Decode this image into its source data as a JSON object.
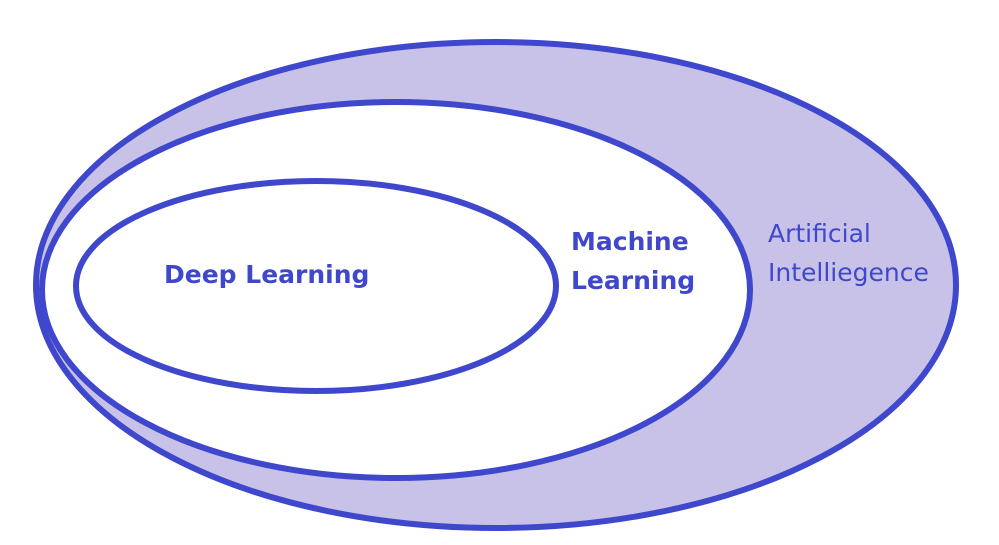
{
  "diagram": {
    "regions": [
      {
        "id": "ai",
        "lines": [
          "Artificial",
          "Intelliegence"
        ]
      },
      {
        "id": "ml",
        "lines": [
          "Machine",
          "Learning"
        ]
      },
      {
        "id": "dl",
        "lines": [
          "Deep Learning"
        ]
      }
    ]
  },
  "colors": {
    "stroke": "#3f48cc",
    "ai_fill": "#c8c2e8",
    "inner_fill": "#ffffff",
    "text": "#3f48cc"
  }
}
